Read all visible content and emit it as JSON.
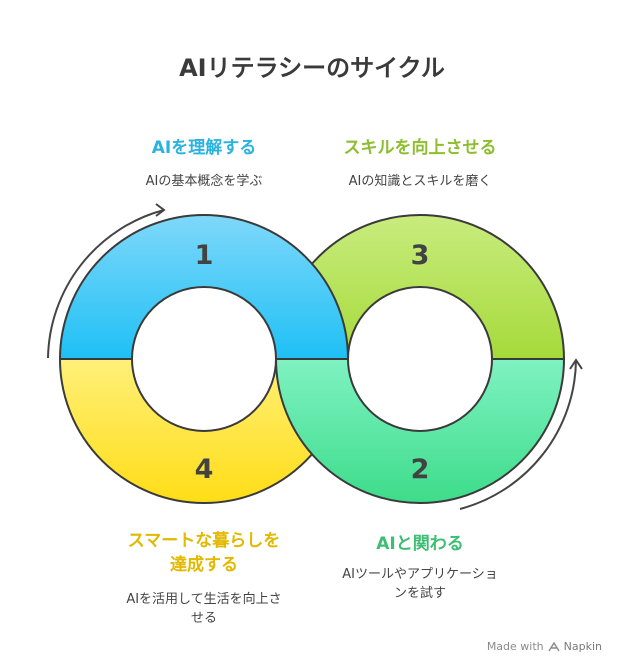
{
  "title": "AIリテラシーのサイクル",
  "steps": [
    {
      "number": "1",
      "title": "AIを理解する",
      "description": "AIの基本概念を学ぶ",
      "color": "#2BB3E0"
    },
    {
      "number": "3",
      "title": "スキルを向上させる",
      "description": "AIの知識とスキルを磨く",
      "color": "#8DBE2E"
    },
    {
      "number": "2",
      "title": "AIと関わる",
      "description_line1": "AIツールやアプリケーショ",
      "description_line2": "ンを試す",
      "color": "#3DBE72"
    },
    {
      "number": "4",
      "title_line1": "スマートな暮らしを",
      "title_line2": "達成する",
      "description_line1": "AIを活用して生活を向上さ",
      "description_line2": "せる",
      "color": "#E2B800"
    }
  ],
  "footer": {
    "made_with": "Made with",
    "brand": "Napkin"
  },
  "colors": {
    "quad1": [
      "#7FD8FA",
      "#1FC0F5"
    ],
    "quad3": [
      "#C8EC7E",
      "#A6DA3A"
    ],
    "quad2": [
      "#7FF2C2",
      "#3DDC8A"
    ],
    "quad4": [
      "#FFF07A",
      "#FFDD16"
    ]
  }
}
